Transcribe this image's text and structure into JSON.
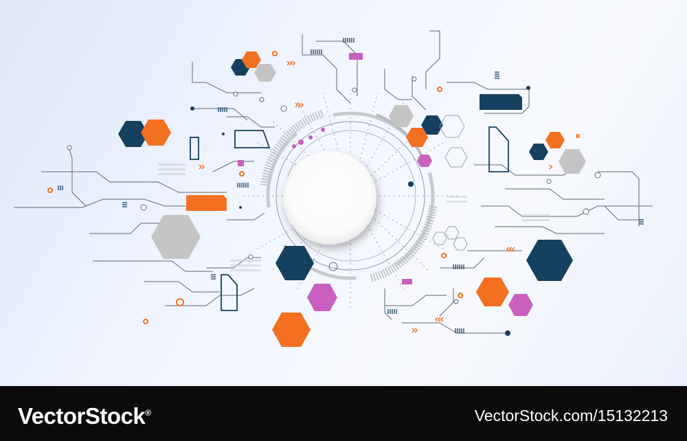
{
  "artwork": {
    "description_icon": "circuit-board-hexagon-technology-illustration",
    "palette": {
      "navy": "#16405f",
      "orange": "#f37021",
      "magenta": "#c95fbe",
      "gray": "#c4c4c4",
      "line": "#5f6770",
      "background": "#eef3fd"
    }
  },
  "footer": {
    "brand": "VectorStock",
    "brand_mark": "®",
    "image_ref": "VectorStock.com/15132213"
  }
}
